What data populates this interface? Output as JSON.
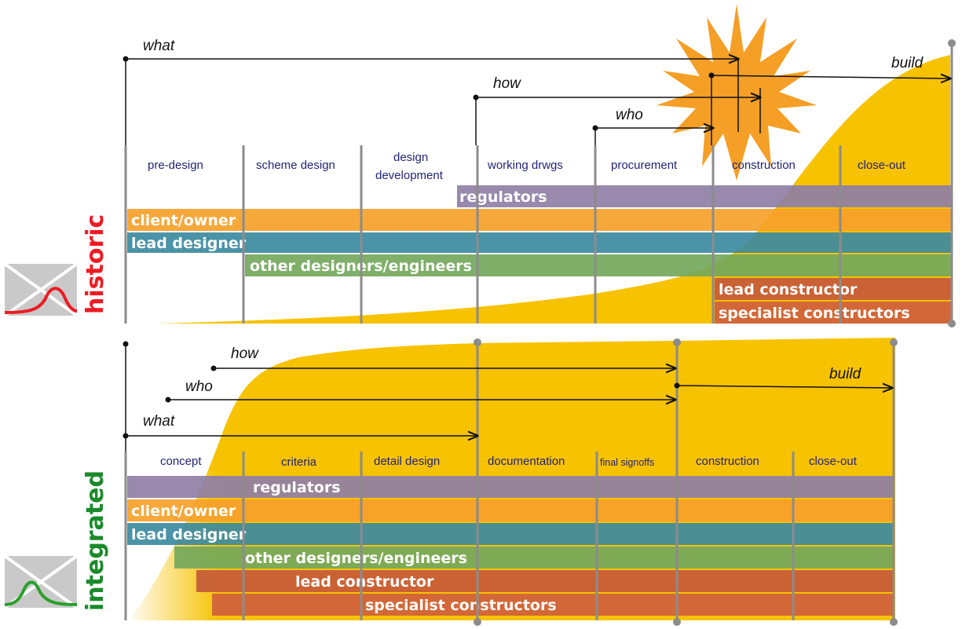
{
  "historic": {
    "side_label": "historic",
    "side_color": "#ee1b24",
    "curve_color": "#ee1b24",
    "phases": [
      "pre-design",
      "scheme design",
      "design",
      "development",
      "working drwgs",
      "procurement",
      "construction",
      "close-out"
    ],
    "questions": [
      "what",
      "how",
      "who",
      "build"
    ],
    "bars": [
      "regulators",
      "client/owner",
      "lead designer",
      "other designers/engineers",
      "lead constructor",
      "specialist constructors"
    ]
  },
  "integrated": {
    "side_label": "integrated",
    "side_color": "#1a8a2a",
    "curve_color": "#2aa02a",
    "phases": [
      "concept",
      "criteria",
      "detail design",
      "documentation",
      "final signoffs",
      "construction",
      "close-out"
    ],
    "questions": [
      "how",
      "who",
      "what",
      "build"
    ],
    "bars": [
      "regulators",
      "client/owner",
      "lead designer",
      "other designers/engineers",
      "lead constructor",
      "specialist constructors"
    ]
  },
  "colors": {
    "gold": "#f7c200",
    "regulators": "#8f7fa6",
    "client_owner": "#f5a12a",
    "lead_designer": "#3c8aa0",
    "other_designers": "#74a85c",
    "lead_constructor": "#c65a3a",
    "specialist_constructors": "#cf5f3c",
    "starburst": "#f49a1b"
  }
}
